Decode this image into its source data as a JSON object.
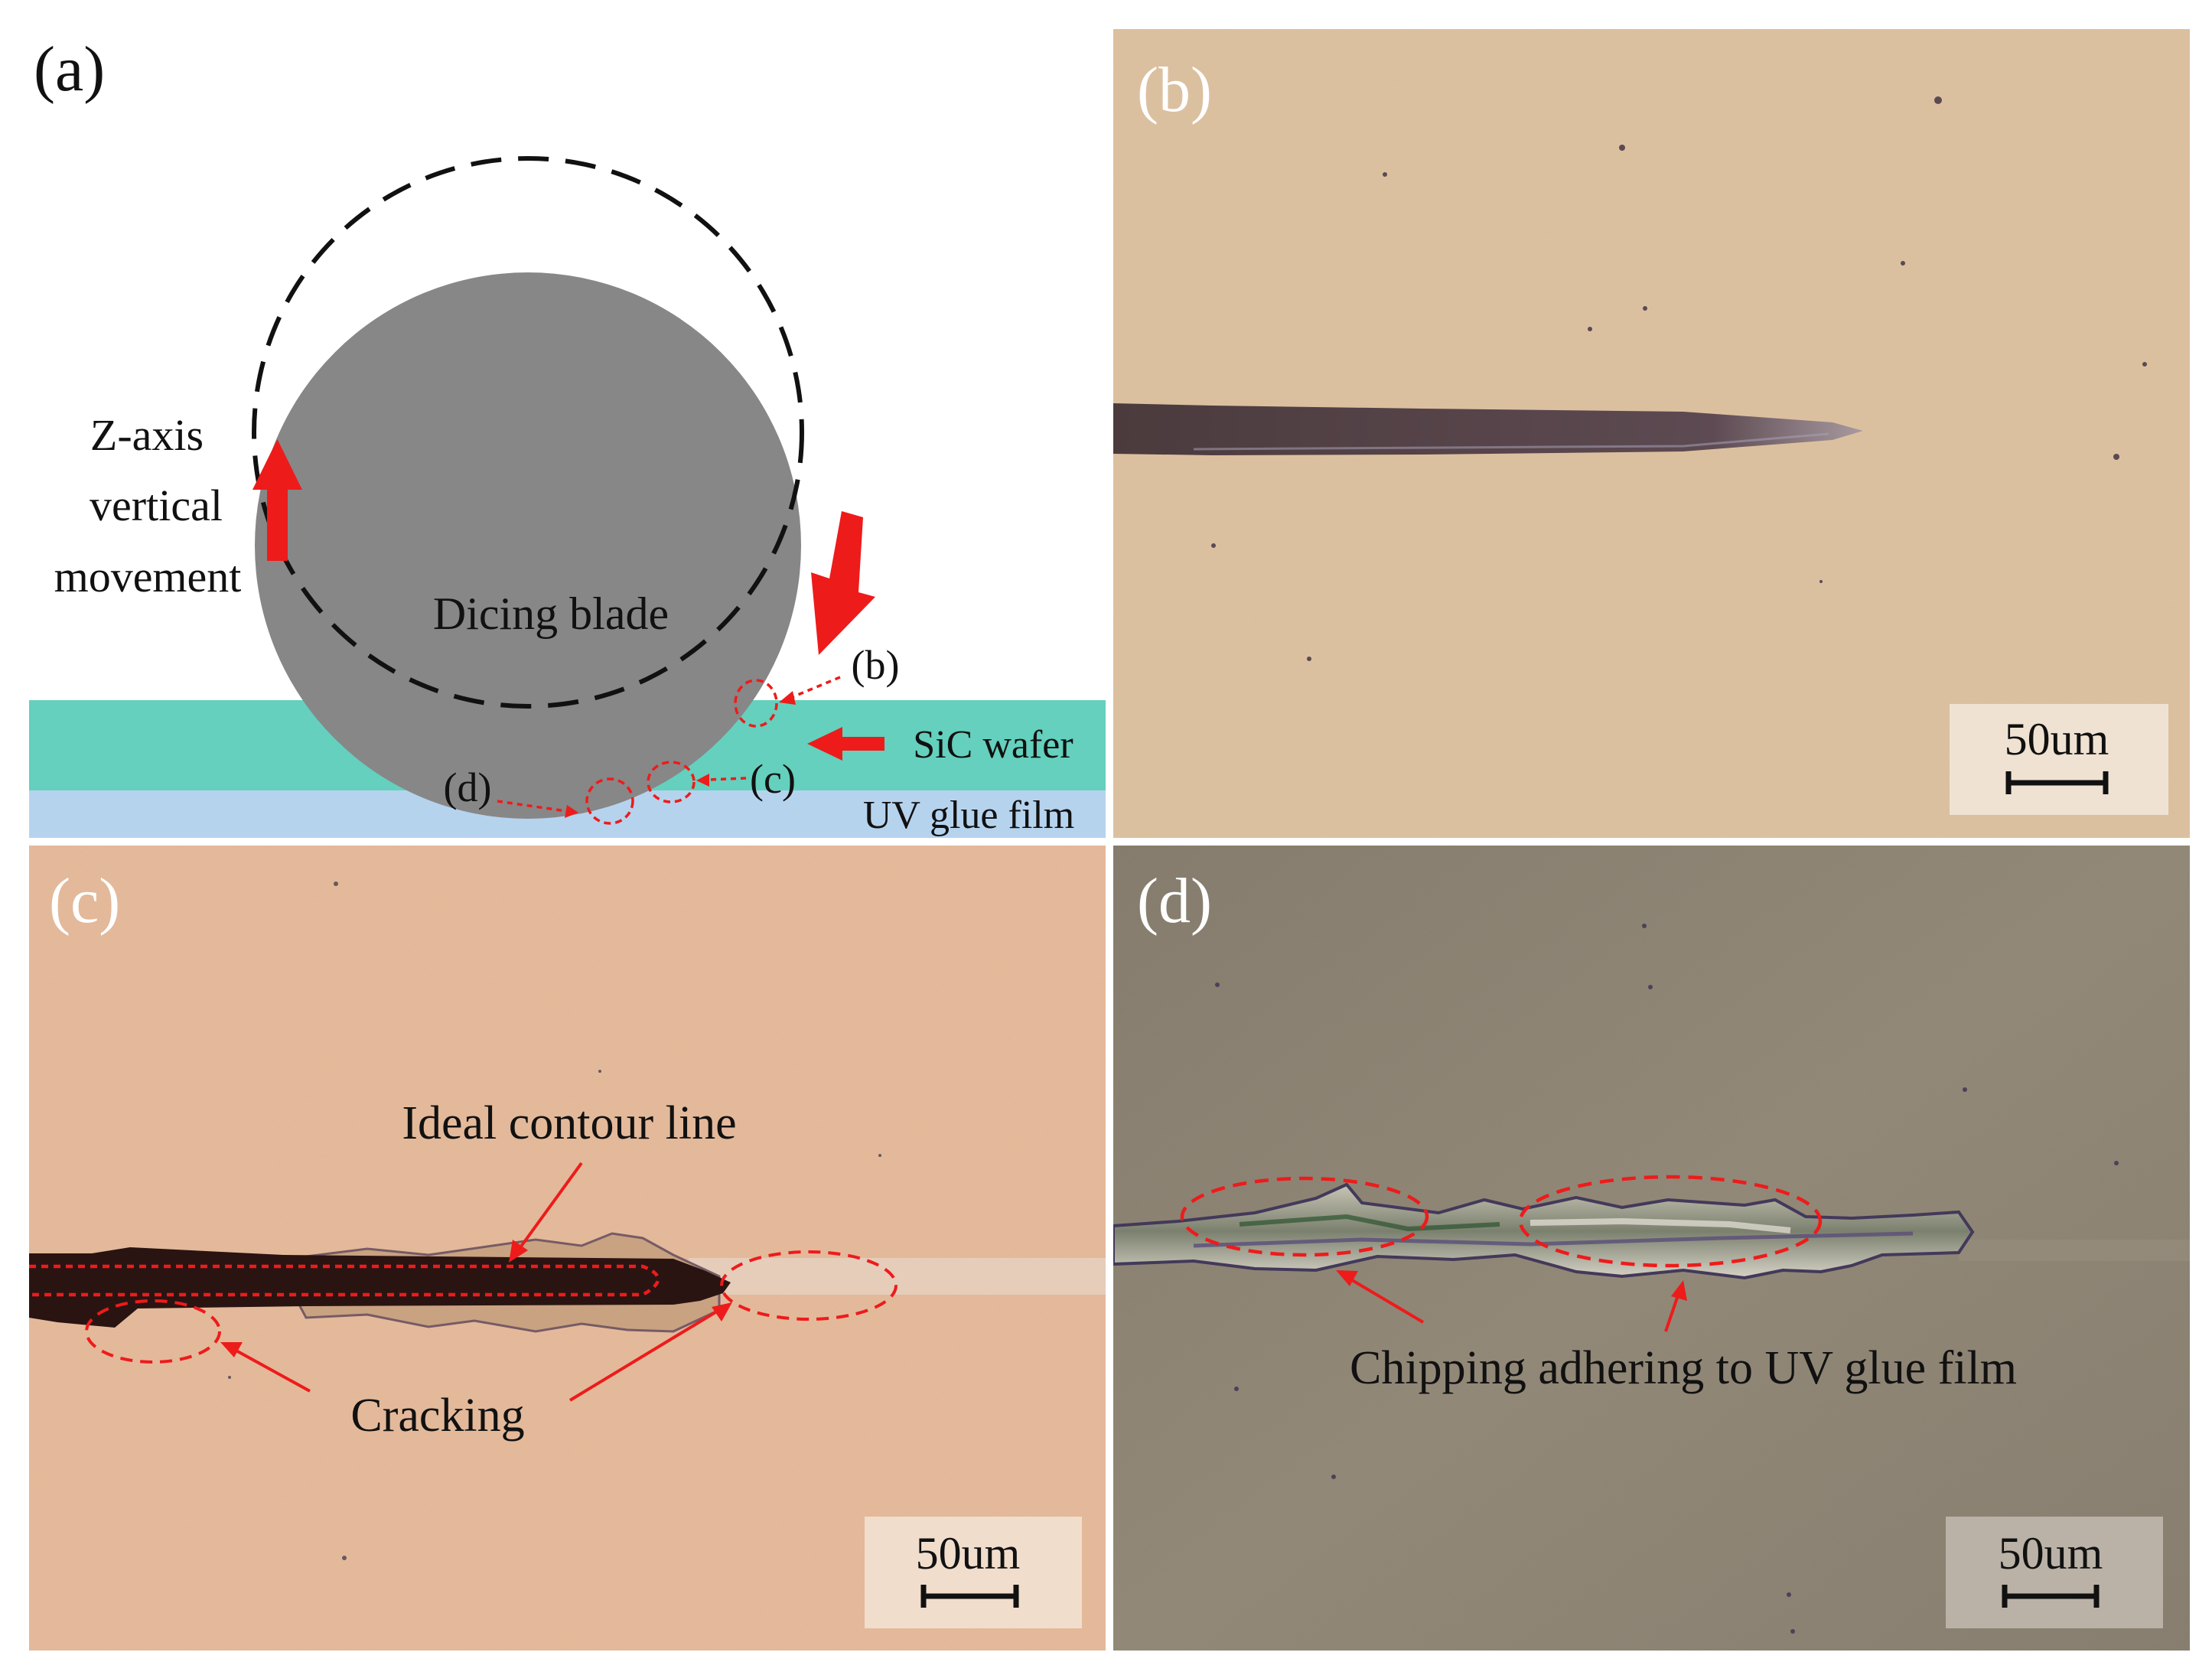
{
  "panels": {
    "a": {
      "label": "(a)",
      "z_axis_lines": [
        "Z-axis",
        "vertical",
        "movement"
      ],
      "blade_label": "Dicing blade",
      "wafer_label": "SiC wafer",
      "film_label": "UV glue film",
      "callouts": {
        "b": "(b)",
        "c": "(c)",
        "d": "(d)"
      },
      "colors": {
        "blade": "#878787",
        "wafer": "#64d0bd",
        "film": "#b6d3ee",
        "arrow": "#ee1b1b"
      }
    },
    "b": {
      "label": "(b)",
      "scale_bar": "50um",
      "background": "#dcc09f"
    },
    "c": {
      "label": "(c)",
      "scale_bar": "50um",
      "annotations": {
        "ideal_contour": "Ideal contour line",
        "cracking": "Cracking"
      },
      "background": "#e4b99a"
    },
    "d": {
      "label": "(d)",
      "scale_bar": "50um",
      "annotations": {
        "chipping": "Chipping adhering to UV glue film"
      },
      "background": "#8d8373"
    }
  }
}
